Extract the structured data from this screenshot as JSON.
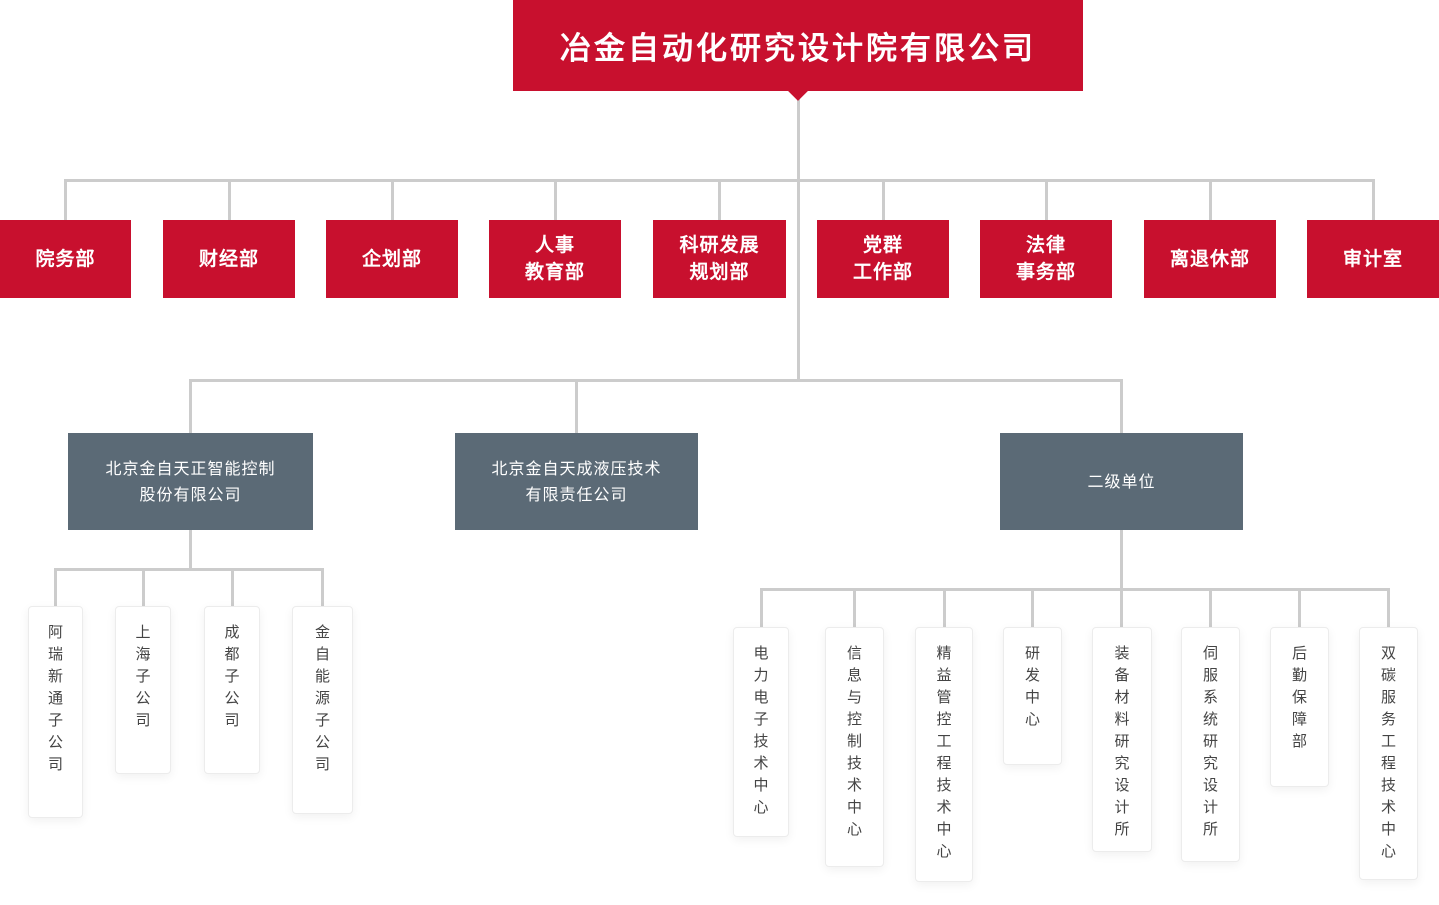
{
  "palette": {
    "red": "#c8102e",
    "slate": "#5b6a76",
    "line": "#cccccc",
    "node_text": "#444444"
  },
  "root": {
    "label": "冶金自动化研究设计院有限公司"
  },
  "departments": [
    {
      "label": "院务部"
    },
    {
      "label": "财经部"
    },
    {
      "label": "企划部"
    },
    {
      "label": "人事\n教育部"
    },
    {
      "label": "科研发展\n规划部"
    },
    {
      "label": "党群\n工作部"
    },
    {
      "label": "法律\n事务部"
    },
    {
      "label": "离退休部"
    },
    {
      "label": "审计室"
    }
  ],
  "subsidiaries": [
    {
      "label": "北京金自天正智能控制\n股份有限公司"
    },
    {
      "label": "北京金自天成液压技术\n有限责任公司"
    },
    {
      "label": "二级单位"
    }
  ],
  "tianzheng_children": [
    {
      "label": "阿瑞新通子公司"
    },
    {
      "label": "上海子公司"
    },
    {
      "label": "成都子公司"
    },
    {
      "label": "金自能源子公司"
    }
  ],
  "secondary_units": [
    {
      "label": "电力电子技术中心"
    },
    {
      "label": "信息与控制技术中心"
    },
    {
      "label": "精益管控工程技术中心"
    },
    {
      "label": "研发中心"
    },
    {
      "label": "装备材料研究设计所"
    },
    {
      "label": "伺服系统研究设计所"
    },
    {
      "label": "后勤保障部"
    },
    {
      "label": "双碳服务工程技术中心"
    }
  ]
}
